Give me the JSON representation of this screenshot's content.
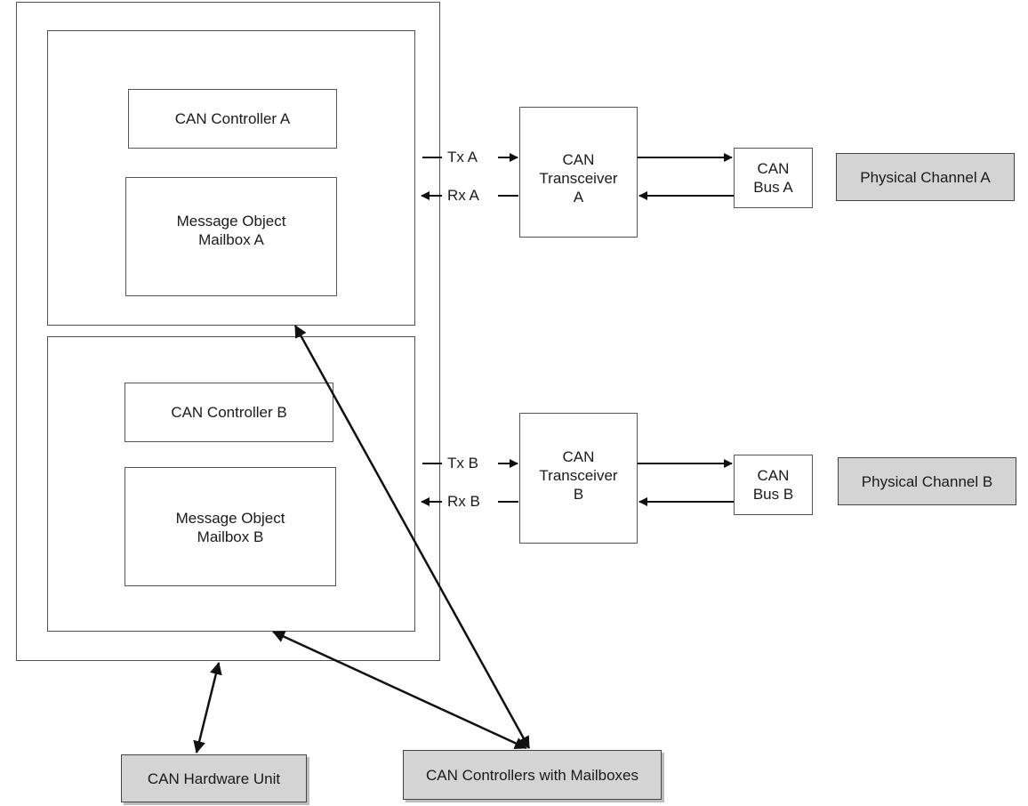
{
  "controller_a": {
    "controller_label": "CAN Controller A",
    "mailbox_label": "Message Object\nMailbox A"
  },
  "controller_b": {
    "controller_label": "CAN Controller B",
    "mailbox_label": "Message Object\nMailbox B"
  },
  "signals": {
    "tx_a": "Tx A",
    "rx_a": "Rx A",
    "tx_b": "Tx B",
    "rx_b": "Rx B"
  },
  "transceivers": {
    "a": "CAN\nTransceiver\nA",
    "b": "CAN\nTransceiver\nB"
  },
  "buses": {
    "a": "CAN\nBus A",
    "b": "CAN\nBus B"
  },
  "channels": {
    "a": "Physical Channel A",
    "b": "Physical Channel B"
  },
  "legend": {
    "hardware_unit": "CAN Hardware Unit",
    "controllers_with_mailboxes": "CAN Controllers with Mailboxes"
  },
  "colors": {
    "line": "#111111",
    "gray_fill": "#d4d4d4",
    "border": "#555555"
  }
}
